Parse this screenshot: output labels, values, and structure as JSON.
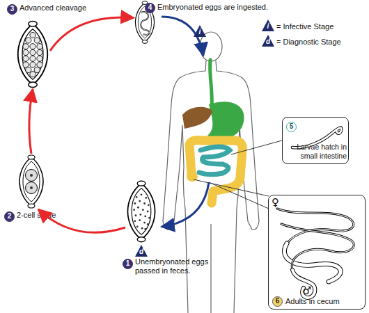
{
  "diagram": {
    "nodes": [
      {
        "text": [
          "1",
          "Unembryonated eggs passed in feces."
        ]
      },
      {
        "text": [
          "2",
          "2-cell stage"
        ]
      },
      {
        "text": [
          "3",
          "Advanced cleavage"
        ]
      },
      {
        "text": [
          "4",
          "Embryonated eggs are ingested."
        ]
      },
      {
        "text": [
          "5",
          "Larvae hatch in small intestine"
        ]
      },
      {
        "text": [
          "6",
          "Adults in cecum"
        ]
      }
    ],
    "edges": [
      {
        "from": 0,
        "to": 1,
        "arrow": "to"
      },
      {
        "from": 1,
        "to": 2,
        "arrow": "to"
      },
      {
        "from": 2,
        "to": 3,
        "arrow": "to"
      }
    ],
    "labels": [
      "i",
      "i",
      "d",
      "d",
      "♀",
      "♂"
    ],
    "legend": [
      {
        "text": "= Infective Stage"
      },
      {
        "text": "= Diagnostic Stage"
      }
    ]
  }
}
